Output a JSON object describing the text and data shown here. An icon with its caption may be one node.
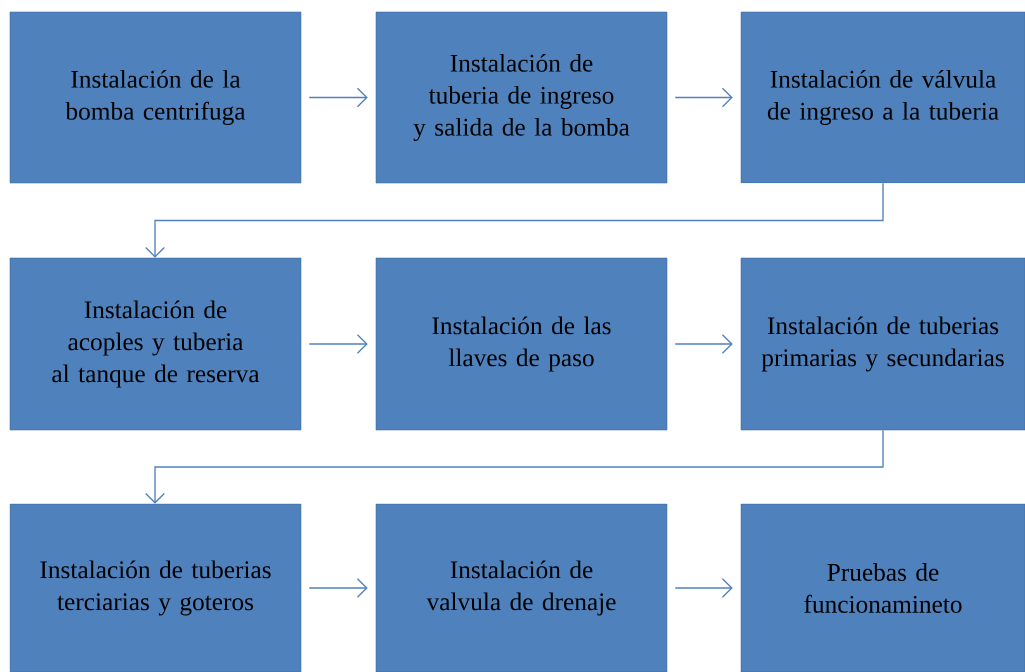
{
  "diagram": {
    "nodes": [
      {
        "text": [
          "Instalación de la bomba centrifuga"
        ]
      },
      {
        "text": [
          "Instalación de tuberia de ingreso y salida de la bomba"
        ]
      },
      {
        "text": [
          "Instalación de válvula de ingreso a la tuberia"
        ]
      },
      {
        "text": [
          "Instalación de acoples y tuberia al tanque de reserva"
        ]
      },
      {
        "text": [
          "Instalación de las llaves de paso"
        ]
      },
      {
        "text": [
          "Instalación de tuberias primarias y secundarias"
        ]
      },
      {
        "text": [
          "Instalación de tuberias terciarias y goteros"
        ]
      },
      {
        "text": [
          "Instalación de valvula de drenaje"
        ]
      },
      {
        "text": [
          "Pruebas de funcionamineto"
        ]
      }
    ],
    "edges": [
      {
        "from": 0,
        "to": 1,
        "arrow": "to"
      },
      {
        "from": 1,
        "to": 2,
        "arrow": "to"
      },
      {
        "from": 2,
        "to": 3,
        "arrow": "to"
      },
      {
        "from": 3,
        "to": 4,
        "arrow": "to"
      },
      {
        "from": 4,
        "to": 5,
        "arrow": "to"
      },
      {
        "from": 5,
        "to": 6,
        "arrow": "to"
      },
      {
        "from": 6,
        "to": 7,
        "arrow": "to"
      },
      {
        "from": 7,
        "to": 8,
        "arrow": "to"
      }
    ]
  }
}
